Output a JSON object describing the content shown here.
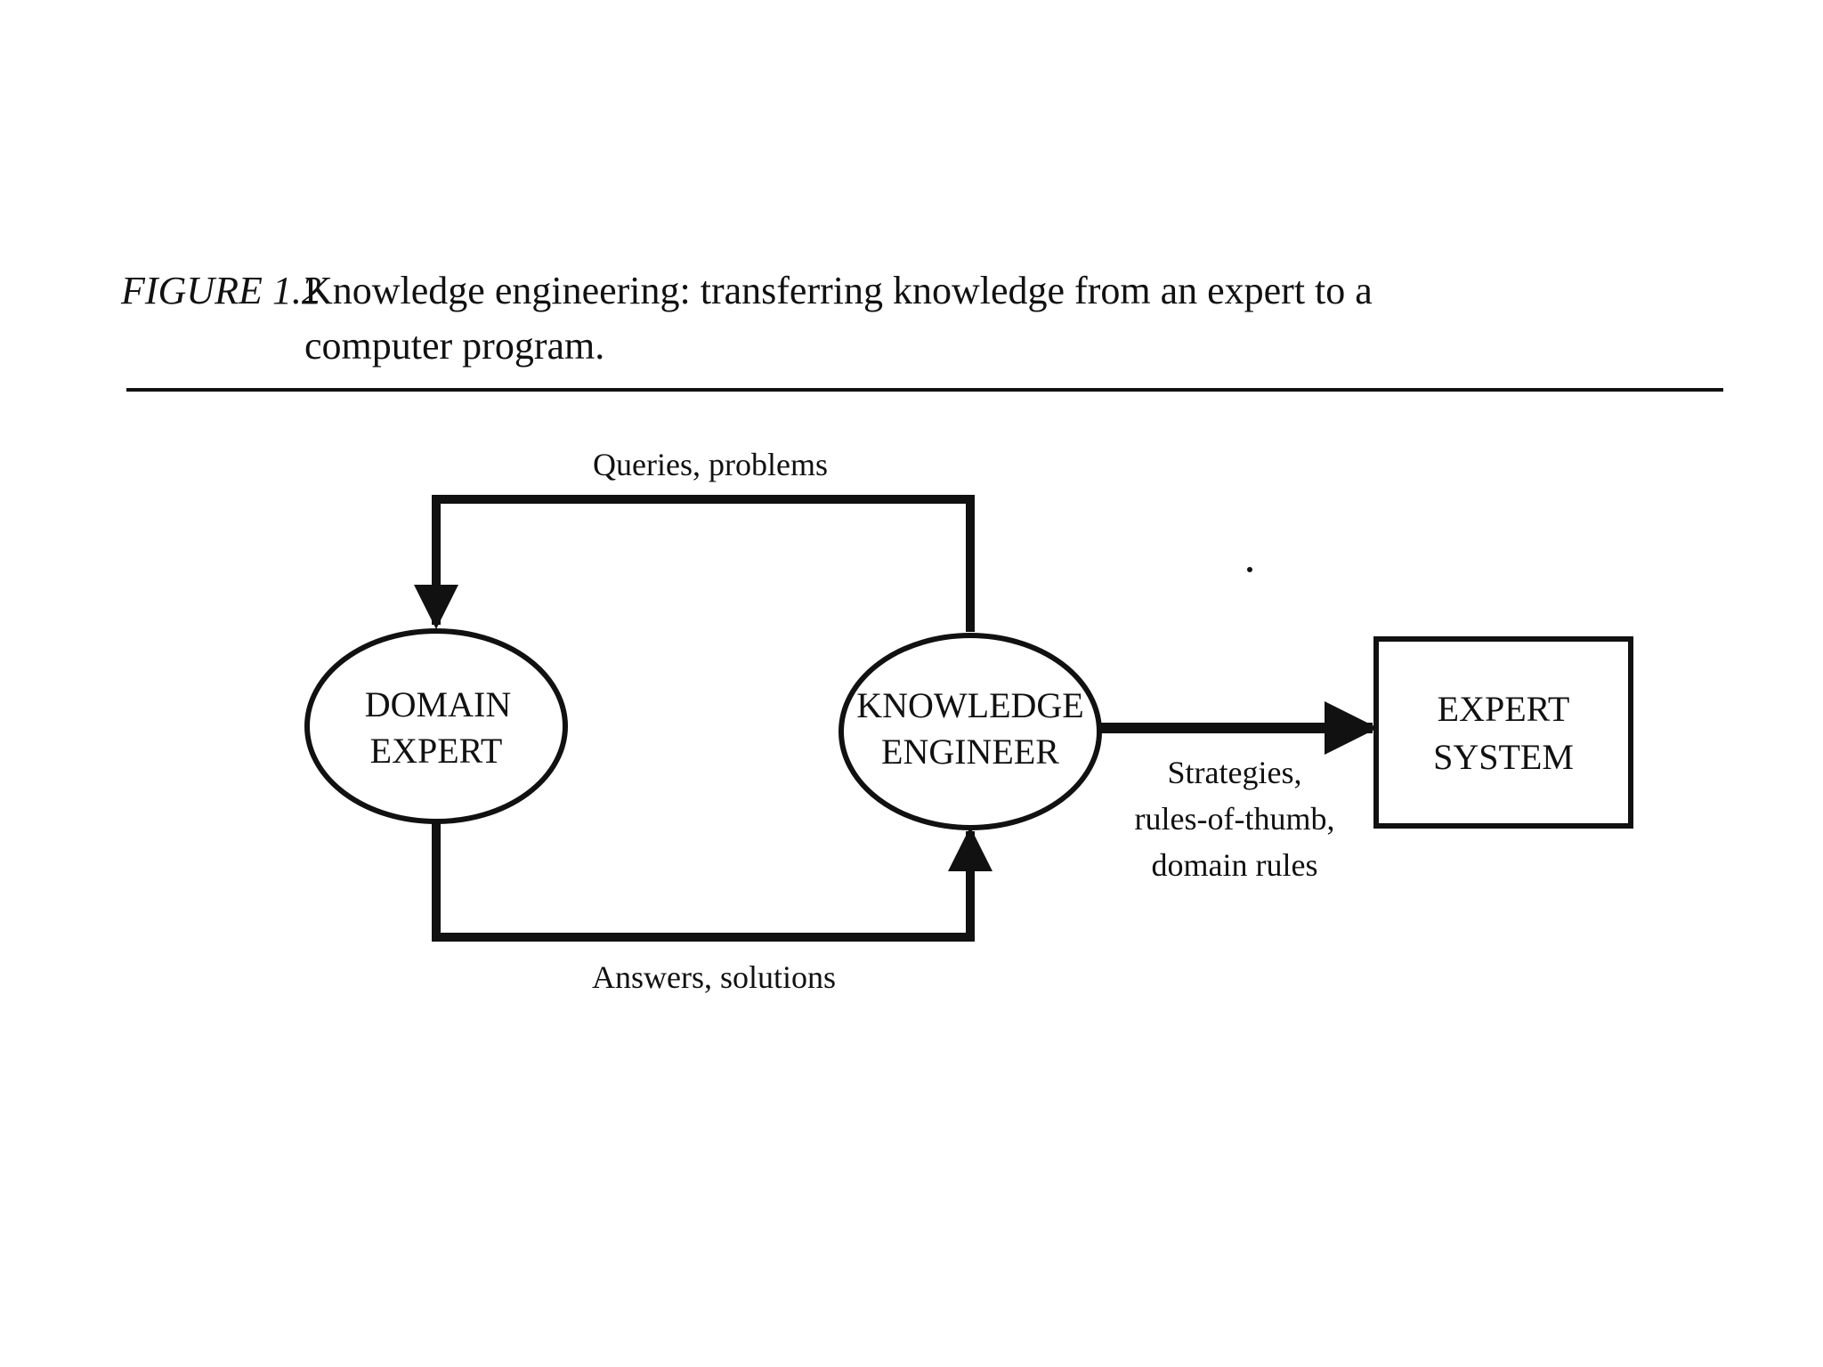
{
  "figure": {
    "label": "FIGURE 1.2",
    "caption": "Knowledge engineering: transferring knowledge from an expert to a computer program."
  },
  "nodes": {
    "domain_expert": {
      "line1": "DOMAIN",
      "line2": "EXPERT"
    },
    "knowledge_engineer": {
      "line1": "KNOWLEDGE",
      "line2": "ENGINEER"
    },
    "expert_system": {
      "line1": "EXPERT",
      "line2": "SYSTEM"
    }
  },
  "edges": {
    "queries": "Queries, problems",
    "answers": "Answers, solutions",
    "strategies": {
      "line1": "Strategies,",
      "line2": "rules-of-thumb,",
      "line3": "domain rules"
    }
  },
  "colors": {
    "ink": "#111111",
    "background": "#ffffff"
  }
}
